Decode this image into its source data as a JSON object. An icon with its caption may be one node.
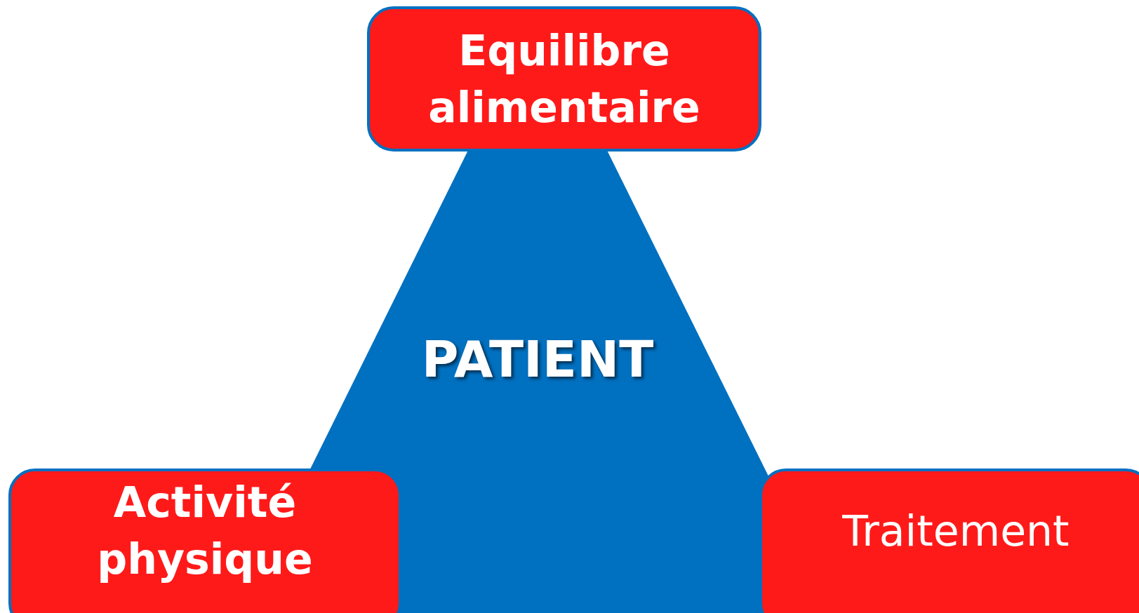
{
  "diagram": {
    "nodes": [
      {
        "text": [
          "Equilibre alimentaire"
        ]
      },
      {
        "text": [
          "PATIENT"
        ]
      },
      {
        "text": [
          "Activité physique"
        ]
      },
      {
        "text": [
          "Traitement"
        ]
      }
    ]
  }
}
